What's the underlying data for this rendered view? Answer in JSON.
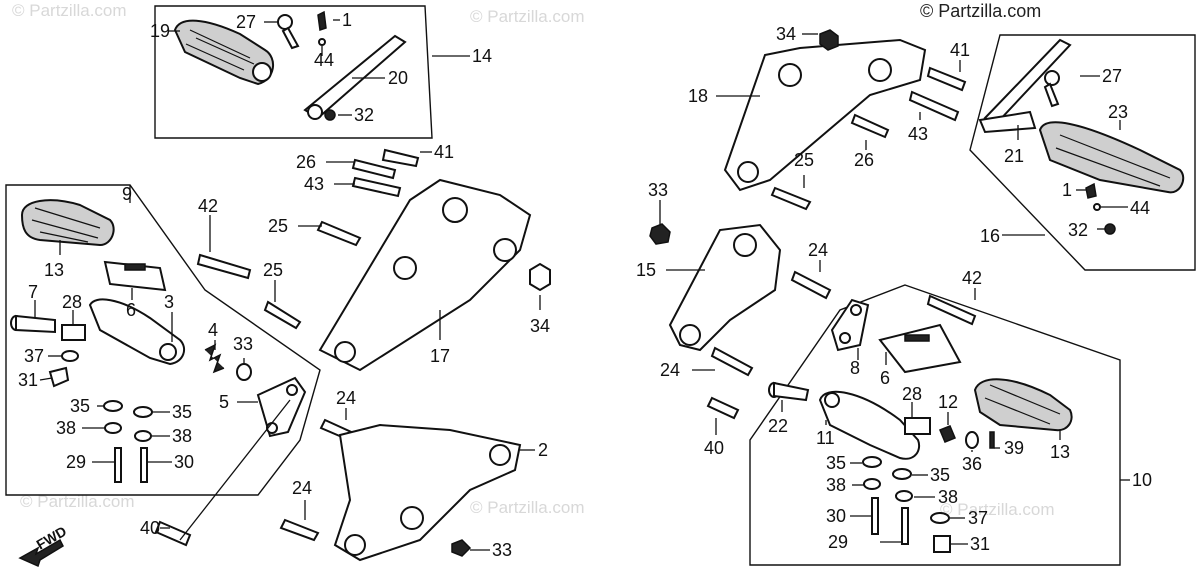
{
  "credit": "© Partzilla.com",
  "watermark": "© Partzilla.com",
  "fwd": "FWD",
  "callouts": {
    "p1a": "1",
    "p1b": "1",
    "p2": "2",
    "p3": "3",
    "p4": "4",
    "p5": "5",
    "p6a": "6",
    "p6b": "6",
    "p7": "7",
    "p8": "8",
    "p9": "9",
    "p10": "10",
    "p11": "11",
    "p12": "12",
    "p13a": "13",
    "p13b": "13",
    "p14": "14",
    "p15": "15",
    "p16": "16",
    "p17": "17",
    "p18": "18",
    "p19": "19",
    "p20": "20",
    "p21": "21",
    "p22": "22",
    "p23": "23",
    "p24a": "24",
    "p24b": "24",
    "p24c": "24",
    "p24d": "24",
    "p25a": "25",
    "p25b": "25",
    "p25c": "25",
    "p26a": "26",
    "p26b": "26",
    "p27a": "27",
    "p27b": "27",
    "p28a": "28",
    "p28b": "28",
    "p29a": "29",
    "p29b": "29",
    "p30a": "30",
    "p30b": "30",
    "p31a": "31",
    "p31b": "31",
    "p32a": "32",
    "p32b": "32",
    "p33a": "33",
    "p33b": "33",
    "p33c": "33",
    "p34a": "34",
    "p34b": "34",
    "p35a": "35",
    "p35b": "35",
    "p35c": "35",
    "p35d": "35",
    "p36": "36",
    "p37a": "37",
    "p37b": "37",
    "p38a": "38",
    "p38b": "38",
    "p38c": "38",
    "p38d": "38",
    "p39": "39",
    "p40a": "40",
    "p40b": "40",
    "p41a": "41",
    "p41b": "41",
    "p42a": "42",
    "p42b": "42",
    "p43a": "43",
    "p43b": "43",
    "p44a": "44",
    "p44b": "44"
  }
}
